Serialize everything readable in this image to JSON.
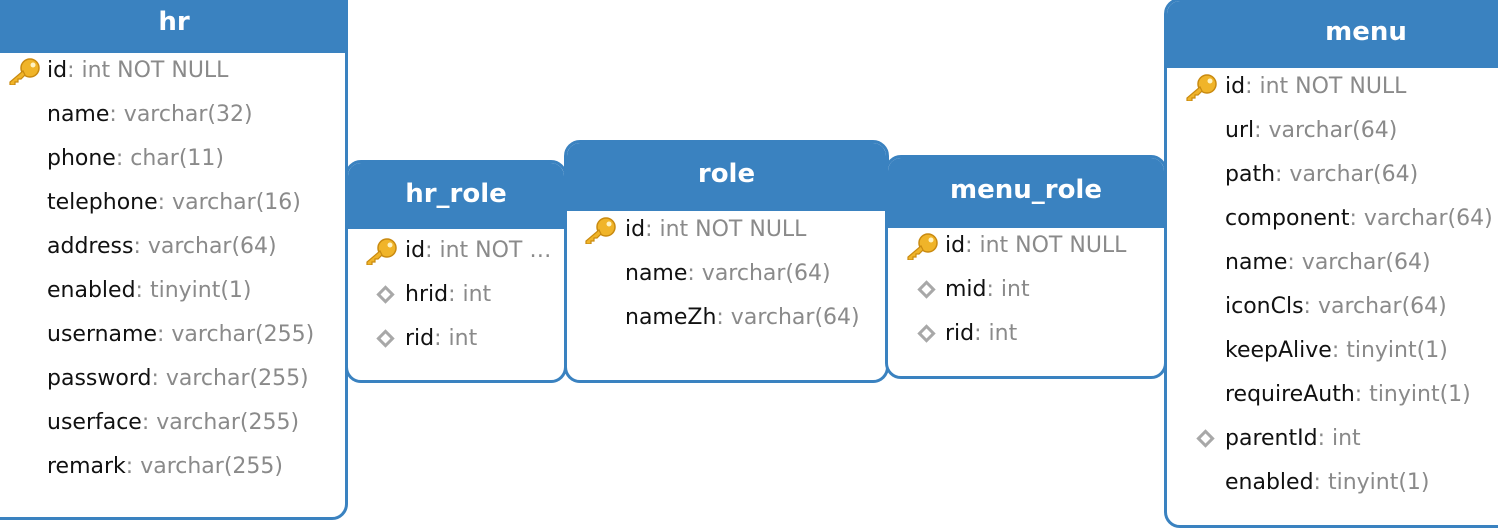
{
  "tables": {
    "hr": {
      "name": "hr",
      "columns": [
        {
          "name": "id",
          "type": ": int NOT NULL",
          "key": "primary"
        },
        {
          "name": "name",
          "type": ": varchar(32)"
        },
        {
          "name": "phone",
          "type": ": char(11)"
        },
        {
          "name": "telephone",
          "type": ": varchar(16)"
        },
        {
          "name": "address",
          "type": ": varchar(64)"
        },
        {
          "name": "enabled",
          "type": ": tinyint(1)"
        },
        {
          "name": "username",
          "type": ": varchar(255)"
        },
        {
          "name": "password",
          "type": ": varchar(255)"
        },
        {
          "name": "userface",
          "type": ": varchar(255)"
        },
        {
          "name": "remark",
          "type": ": varchar(255)"
        }
      ]
    },
    "hr_role": {
      "name": "hr_role",
      "columns": [
        {
          "name": "id",
          "type": ": int NOT …",
          "key": "primary"
        },
        {
          "name": "hrid",
          "type": ": int",
          "key": "foreign"
        },
        {
          "name": "rid",
          "type": ": int",
          "key": "foreign"
        }
      ]
    },
    "role": {
      "name": "role",
      "columns": [
        {
          "name": "id",
          "type": ": int NOT NULL",
          "key": "primary"
        },
        {
          "name": "name",
          "type": ": varchar(64)"
        },
        {
          "name": "nameZh",
          "type": ": varchar(64)"
        }
      ]
    },
    "menu_role": {
      "name": "menu_role",
      "columns": [
        {
          "name": "id",
          "type": ": int NOT NULL",
          "key": "primary"
        },
        {
          "name": "mid",
          "type": ": int",
          "key": "foreign"
        },
        {
          "name": "rid",
          "type": ": int",
          "key": "foreign"
        }
      ]
    },
    "menu": {
      "name": "menu",
      "columns": [
        {
          "name": "id",
          "type": ": int NOT NULL",
          "key": "primary"
        },
        {
          "name": "url",
          "type": ": varchar(64)"
        },
        {
          "name": "path",
          "type": ": varchar(64)"
        },
        {
          "name": "component",
          "type": ": varchar(64)"
        },
        {
          "name": "name",
          "type": ": varchar(64)"
        },
        {
          "name": "iconCls",
          "type": ": varchar(64)"
        },
        {
          "name": "keepAlive",
          "type": ": tinyint(1)"
        },
        {
          "name": "requireAuth",
          "type": ": tinyint(1)"
        },
        {
          "name": "parentId",
          "type": ": int",
          "key": "foreign"
        },
        {
          "name": "enabled",
          "type": ": tinyint(1)"
        }
      ]
    }
  },
  "colors": {
    "header": "#3a82c0",
    "column_name": "#111111",
    "column_type": "#8a8a8a",
    "key_icon": "#f0b429"
  },
  "icons": {
    "primary": "key-icon",
    "foreign": "diamond-icon"
  }
}
